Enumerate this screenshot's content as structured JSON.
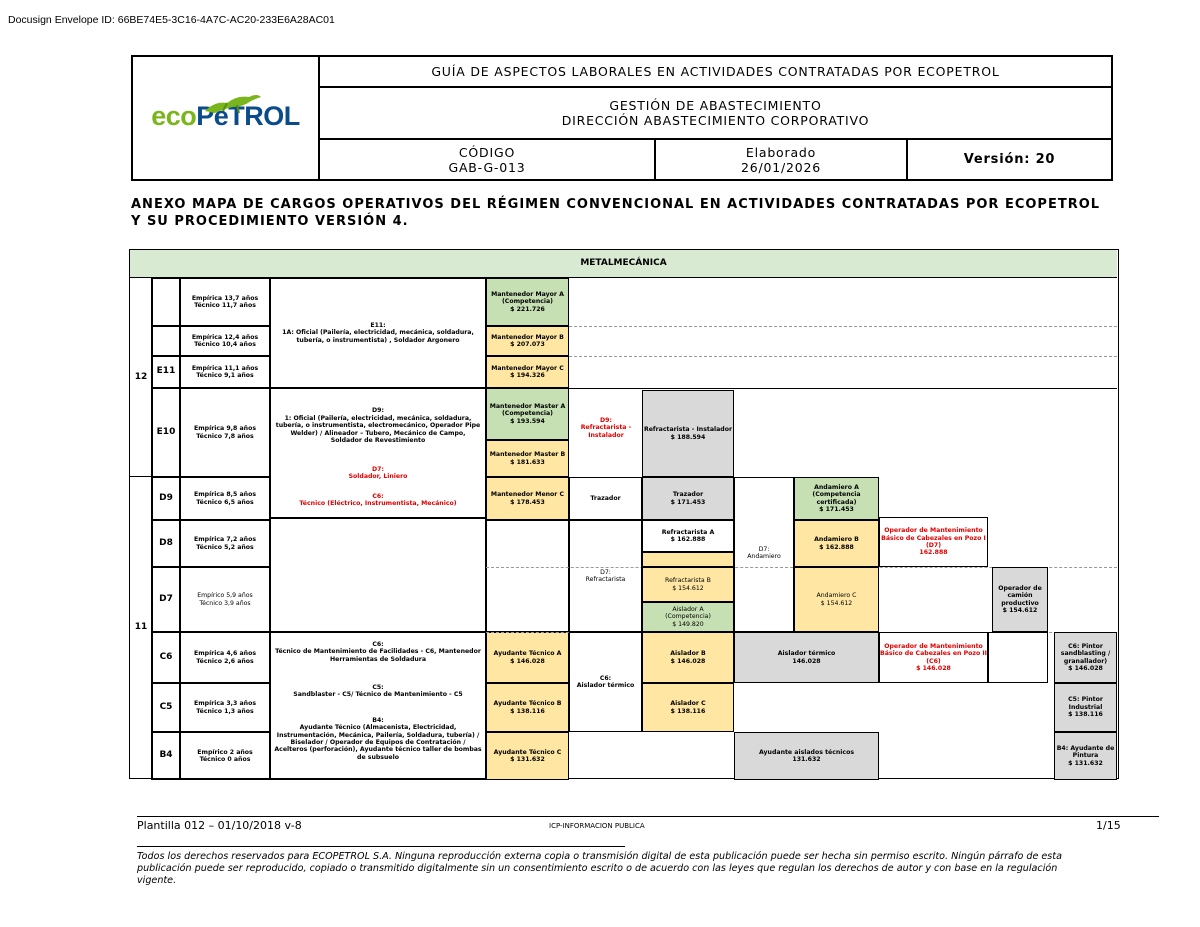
{
  "envelope_id": "Docusign Envelope ID: 66BE74E5-3C16-4A7C-AC20-233E6A28AC01",
  "header": {
    "logo": "ecopetrol",
    "title": "GUÍA DE ASPECTOS LABORALES EN ACTIVIDADES CONTRATADAS POR ECOPETROL",
    "subtitle_1": "GESTIÓN DE ABASTECIMIENTO",
    "subtitle_2": "DIRECCIÓN ABASTECIMIENTO CORPORATIVO",
    "codigo_label": "CÓDIGO",
    "codigo_value": "GAB-G-013",
    "elaborado_label": "Elaborado",
    "elaborado_value": "26/01/2026",
    "version": "Versión: 20",
    "colors": {
      "logo_green": "#7ab51d",
      "logo_blue": "#0a4b8c"
    }
  },
  "annex_title_1": "ANEXO MAPA DE CARGOS OPERATIVOS DEL RÉGIMEN CONVENCIONAL EN ACTIVIDADES CONTRATADAS POR ECOPETROL",
  "annex_title_2": "Y SU PROCEDIMIENTO VERSIÓN 4.",
  "map": {
    "section_title": "METALMECÁNICA",
    "colors": {
      "header_green": "#d9ead3",
      "green": "#c6e0b4",
      "yellow": "#ffe7a3",
      "grey": "#d9d9d9",
      "red_text": "#e00000"
    },
    "groups": {
      "g12": "12",
      "g11": "11"
    },
    "levels": {
      "e11": "E11",
      "e10": "E10",
      "d9": "D9",
      "d8": "D8",
      "d7": "D7",
      "c6": "C6",
      "c5": "C5",
      "b4": "B4"
    },
    "experience": {
      "r1": "Empírica 13,7 años\nTécnico 11,7 años",
      "r2": "Empírica 12,4 años\nTécnico 10,4 años",
      "e11": "Empírica 11,1 años\nTécnico 9,1 años",
      "e10": "Empírica 9,8 años\nTécnico 7,8 años",
      "d9": "Empírica 8,5 años\nTécnico 6,5 años",
      "d8": "Empírica 7,2 años\nTécnico 5,2 años",
      "d7": "Empírico 5,9 años\nTécnico 3,9 años",
      "c6": "Empírica 4,6 años\nTécnico 2,6 años",
      "c5": "Empírica 3,3 años\nTécnico 1,3 años",
      "b4": "Empírico 2 años\nTécnico 0 años"
    },
    "desc": {
      "e11": "E11:\n1A: Oficial (Pailería, electricidad, mecánica, soldadura, tubería, o instrumentista) , Soldador Argonero",
      "e10": "D9:\n1: Oficial (Pailería, electricidad, mecánica, soldadura, tubería, o instrumentista, electromecánico, Operador Pipe Welder) / Alineador – Tubero, Mecánico de Campo, Soldador de Revestimiento",
      "d7_red": "D7:\nSoldador, Liniero",
      "c6_red": "C6:\nTécnico (Eléctrico, Instrumentista, Mecánico)",
      "c6": "C6:\nTécnico de Mantenimiento de Facilidades - C6, Mantenedor Herramientas de Soldadura",
      "c5": "C5:\nSandblaster - C5/ Técnico de Mantenimiento - C5",
      "b4": "B4:\nAyudante Técnico (Almacenista, Electricidad, Instrumentación, Mecánica, Pailería, Soldadura, tubería) / Biselador / Operador de Equipos de Contratación / Acelteros (perforación), Ayudante técnico taller de bombas de subsuelo"
    },
    "boxes": {
      "mm_mayor_a": "Mantenedor Mayor A\n(Competencia)\n$ 221.726",
      "mm_mayor_b": "Mantenedor Mayor B\n$ 207.073",
      "mm_mayor_c": "Mantenedor Mayor C\n$ 194.326",
      "mm_master_a": "Mantenedor Master A\n(Competencia)\n$ 193.594",
      "mm_master_b": "Mantenedor Master B\n$ 181.633",
      "mm_menor_c": "Mantenedor Menor C\n$ 178.453",
      "d9_refract": "D9:\nRefractarista - Instalador",
      "refract_inst": "Refractarista - Instalador\n$ 188.594",
      "trazador_label": "Trazador",
      "trazador": "Trazador\n$ 171.453",
      "d7_refract": "D7:\nRefractarista",
      "refract_a": "Refractarista A\n$ 162.888",
      "refract_b": "Refractarista B\n$ 154.612",
      "aislador_a": "Aislador A\n(Competencia)\n$ 149.820",
      "d7_andamiero": "D7:\nAndamiero",
      "andamiero_a": "Andamiero A\n(Competencia certificada)\n$ 171.453",
      "andamiero_b": "Andamiero B\n$ 162.888",
      "andamiero_c": "Andamiero C\n$ 154.612",
      "op_manto_d7": "Operador de Mantenimiento Básico de Cabezales en Pozo I (D7)\n162.888",
      "op_grua": "Operador de camión productivo\n$ 154.612",
      "ayud_tec_a": "Ayudante Técnico A\n$ 146.028",
      "c6_aislador": "C6:\nAislador térmico",
      "aislador_b": "Aislador B\n$ 146.028",
      "aislador_termico": "Aislador térmico\n146.028",
      "op_manto_c6": "Operador de Mantenimiento Básico de Cabezales en Pozo II (C6)\n$ 146.028",
      "c6_pintor": "C6: Pintor sandblasting / granallador)\n$ 146.028",
      "ayud_tec_b": "Ayudante Técnico B\n$ 138.116",
      "aislador_c": "Aislador C\n$ 138.116",
      "c5_pintor": "C5: Pintor Industrial\n$ 138.116",
      "ayud_tec_c": "Ayudante Técnico C\n$ 131.632",
      "ayud_aislados": "Ayudante aislados técnicos\n131.632",
      "b4_pintura": "B4: Ayudante de Pintura\n$ 131.632"
    }
  },
  "footer": {
    "template": "Plantilla 012 – 01/10/2018 v-8",
    "classification": "ICP-INFORMACION PUBLICA",
    "page": "1/15",
    "rights": "Todos los derechos reservados para ECOPETROL S.A. Ninguna reproducción externa copia o transmisión digital de esta publicación puede ser hecha sin permiso escrito. Ningún párrafo de esta publicación puede ser reproducido, copiado o transmitido digitalmente sin un consentimiento escrito o de acuerdo con las leyes que regulan los derechos de autor y con base en la regulación vigente."
  }
}
